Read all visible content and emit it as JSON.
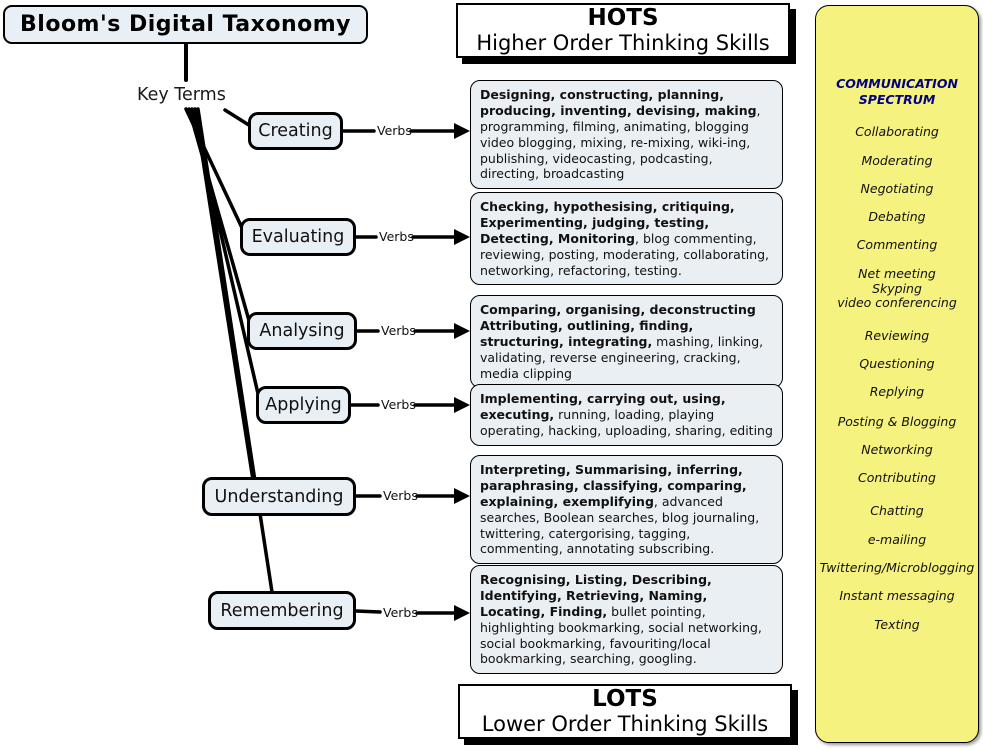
{
  "title": "Bloom's Digital Taxonomy",
  "key_terms_label": "Key Terms",
  "verbs_label": "Verbs",
  "hots": {
    "abbr": "HOTS",
    "full": "Higher Order Thinking Skills"
  },
  "lots": {
    "abbr": "LOTS",
    "full": "Lower Order Thinking Skills"
  },
  "levels": [
    {
      "name": "Creating",
      "verbs_bold": "Designing, constructing, planning, producing, inventing, devising, making",
      "verbs_rest": ", programming, filming, animating, blogging video blogging, mixing, re-mixing, wiki-ing, publishing, videocasting, podcasting, directing, broadcasting"
    },
    {
      "name": "Evaluating",
      "verbs_bold": "Checking, hypothesising, critiquing, Experimenting, judging, testing, Detecting, Monitoring",
      "verbs_rest": ", blog commenting, reviewing, posting, moderating, collaborating, networking, refactoring, testing."
    },
    {
      "name": "Analysing",
      "verbs_bold": "Comparing, organising, deconstructing Attributing, outlining, finding, structuring, integrating,",
      "verbs_rest": " mashing, linking, validating, reverse engineering, cracking, media clipping"
    },
    {
      "name": "Applying",
      "verbs_bold": "Implementing, carrying out, using, executing,",
      "verbs_rest": " running, loading, playing operating, hacking, uploading, sharing, editing"
    },
    {
      "name": "Understanding",
      "verbs_bold": "Interpreting, Summarising, inferring, paraphrasing, classifying, comparing, explaining, exemplifying",
      "verbs_rest": ", advanced searches, Boolean searches, blog journaling, twittering, catergorising, tagging, commenting, annotating subscribing."
    },
    {
      "name": "Remembering",
      "verbs_bold": "Recognising, Listing, Describing, Identifying, Retrieving, Naming, Locating, Finding,",
      "verbs_rest": " bullet pointing, highlighting bookmarking, social networking, social bookmarking, favouriting/local bookmarking, searching, googling."
    }
  ],
  "communication_spectrum": {
    "title_line1": "COMMUNICATION",
    "title_line2": "SPECTRUM",
    "items": [
      "Collaborating",
      "Moderating",
      "Negotiating",
      "Debating",
      "Commenting",
      [
        "Net meeting",
        "Skyping",
        "video conferencing"
      ],
      "Reviewing",
      "Questioning",
      "Replying",
      "Posting & Blogging",
      "Networking",
      "Contributing",
      "Chatting",
      "e-mailing",
      "Twittering/Microblogging",
      "Instant messaging",
      "Texting"
    ]
  },
  "colors": {
    "node_fill": "#e9f0f5",
    "desc_fill": "#eaeff4",
    "panel_yellow": "#f5f27f",
    "spectrum_title_navy": "#000080",
    "line_black": "#000000"
  }
}
